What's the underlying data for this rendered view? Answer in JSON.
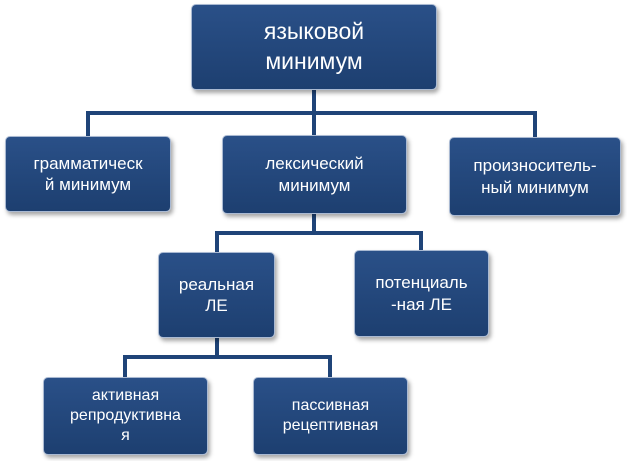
{
  "diagram": {
    "root": "языковой\nминимум",
    "level1": [
      {
        "label": "грамматическ\nй минимум"
      },
      {
        "label": "лексический\nминимум"
      },
      {
        "label": "произноситель-\nный минимум"
      }
    ],
    "level2": [
      {
        "label": "реальная\nЛЕ"
      },
      {
        "label": "потенциаль\n-ная ЛЕ"
      }
    ],
    "level3": [
      {
        "label": "активная\nрепродуктивна\nя"
      },
      {
        "label": "пассивная\nрецептивная"
      }
    ]
  },
  "colors": {
    "box_fill": "#1f4478",
    "box_border": "#a9b9d2",
    "connector": "#1f4478",
    "text": "#ffffff"
  }
}
